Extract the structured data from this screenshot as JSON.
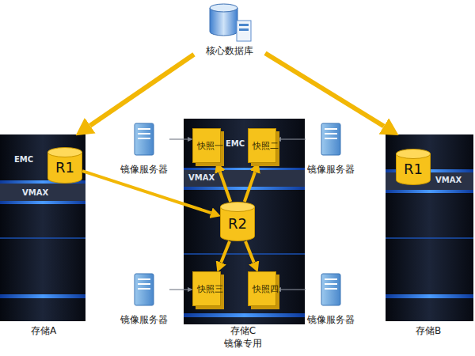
{
  "diagram": {
    "nodes": [
      {
        "text": [
          "核心数据库"
        ]
      },
      {
        "text": [
          "存储A"
        ]
      },
      {
        "text": [
          "R1"
        ],
        "in": 1
      },
      {
        "text": [
          "镜像服务器"
        ]
      },
      {
        "text": [
          "存储C",
          "镜像专用"
        ]
      },
      {
        "text": [
          "快照一"
        ],
        "in": 4
      },
      {
        "text": [
          "快照二"
        ],
        "in": 4
      },
      {
        "text": [
          "R2"
        ],
        "in": 4
      },
      {
        "text": [
          "快照三"
        ],
        "in": 4
      },
      {
        "text": [
          "快照四"
        ],
        "in": 4
      },
      {
        "text": [
          "镜像服务器"
        ]
      },
      {
        "text": [
          "存储B"
        ]
      },
      {
        "text": [
          "R1"
        ],
        "in": 11
      },
      {
        "text": [
          "镜像服务器"
        ]
      },
      {
        "text": [
          "镜像服务器"
        ]
      }
    ],
    "edges": [
      {
        "from": 0,
        "to": 1,
        "arrow": "to"
      },
      {
        "from": 0,
        "to": 11,
        "arrow": "to"
      },
      {
        "from": 2,
        "to": 7,
        "arrow": "to"
      },
      {
        "from": 7,
        "to": 5,
        "arrow": "to"
      },
      {
        "from": 7,
        "to": 6,
        "arrow": "to"
      },
      {
        "from": 7,
        "to": 8,
        "arrow": "to"
      },
      {
        "from": 7,
        "to": 9,
        "arrow": "to"
      },
      {
        "from": 3,
        "to": 5,
        "arrow": "to"
      },
      {
        "from": 10,
        "to": 6,
        "arrow": "to"
      },
      {
        "from": 13,
        "to": 8,
        "arrow": "to"
      },
      {
        "from": 14,
        "to": 9,
        "arrow": "to"
      }
    ],
    "labels": [
      "EMC",
      "VMAX",
      "EMC",
      "VMAX",
      "VMAX"
    ]
  }
}
